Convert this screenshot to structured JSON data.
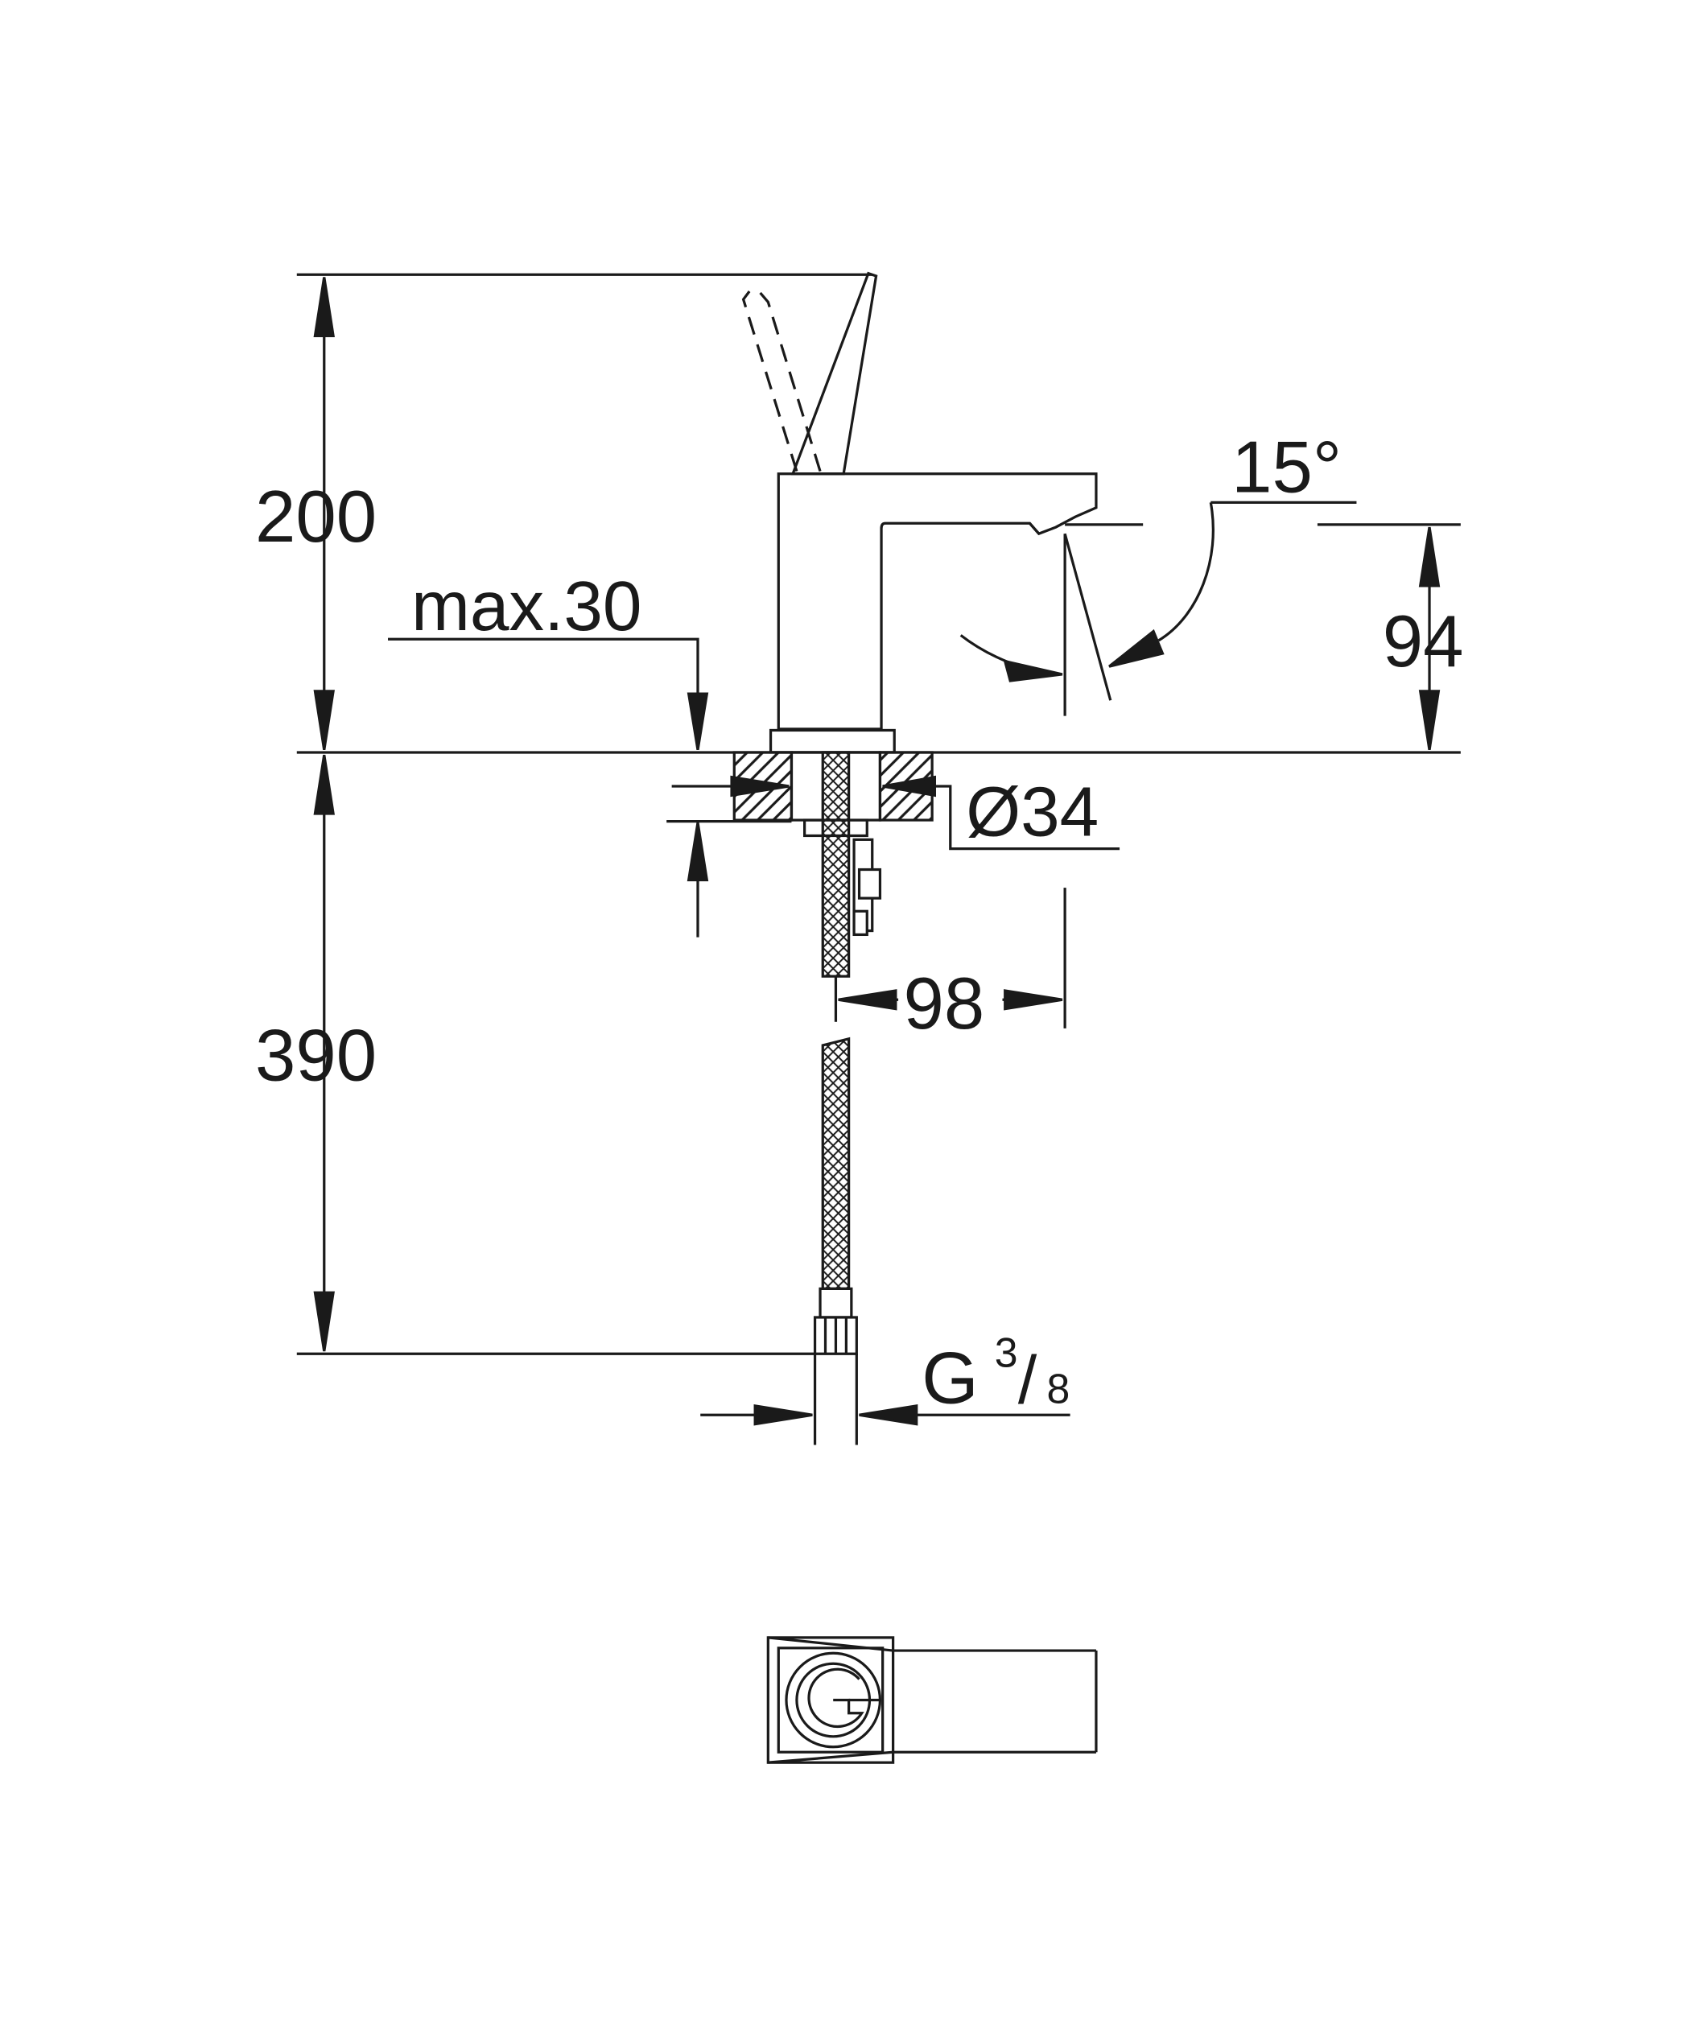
{
  "dimensions": {
    "height_total": "200",
    "max_thickness": "max.30",
    "angle": "15°",
    "spout_height": "94",
    "hole_diameter": "Ø34",
    "projection": "98",
    "hose_length": "390",
    "thread_g": "G",
    "thread_num": "3",
    "thread_den": "8"
  },
  "colors": {
    "line": "#1a1a1a",
    "background": "#ffffff"
  }
}
